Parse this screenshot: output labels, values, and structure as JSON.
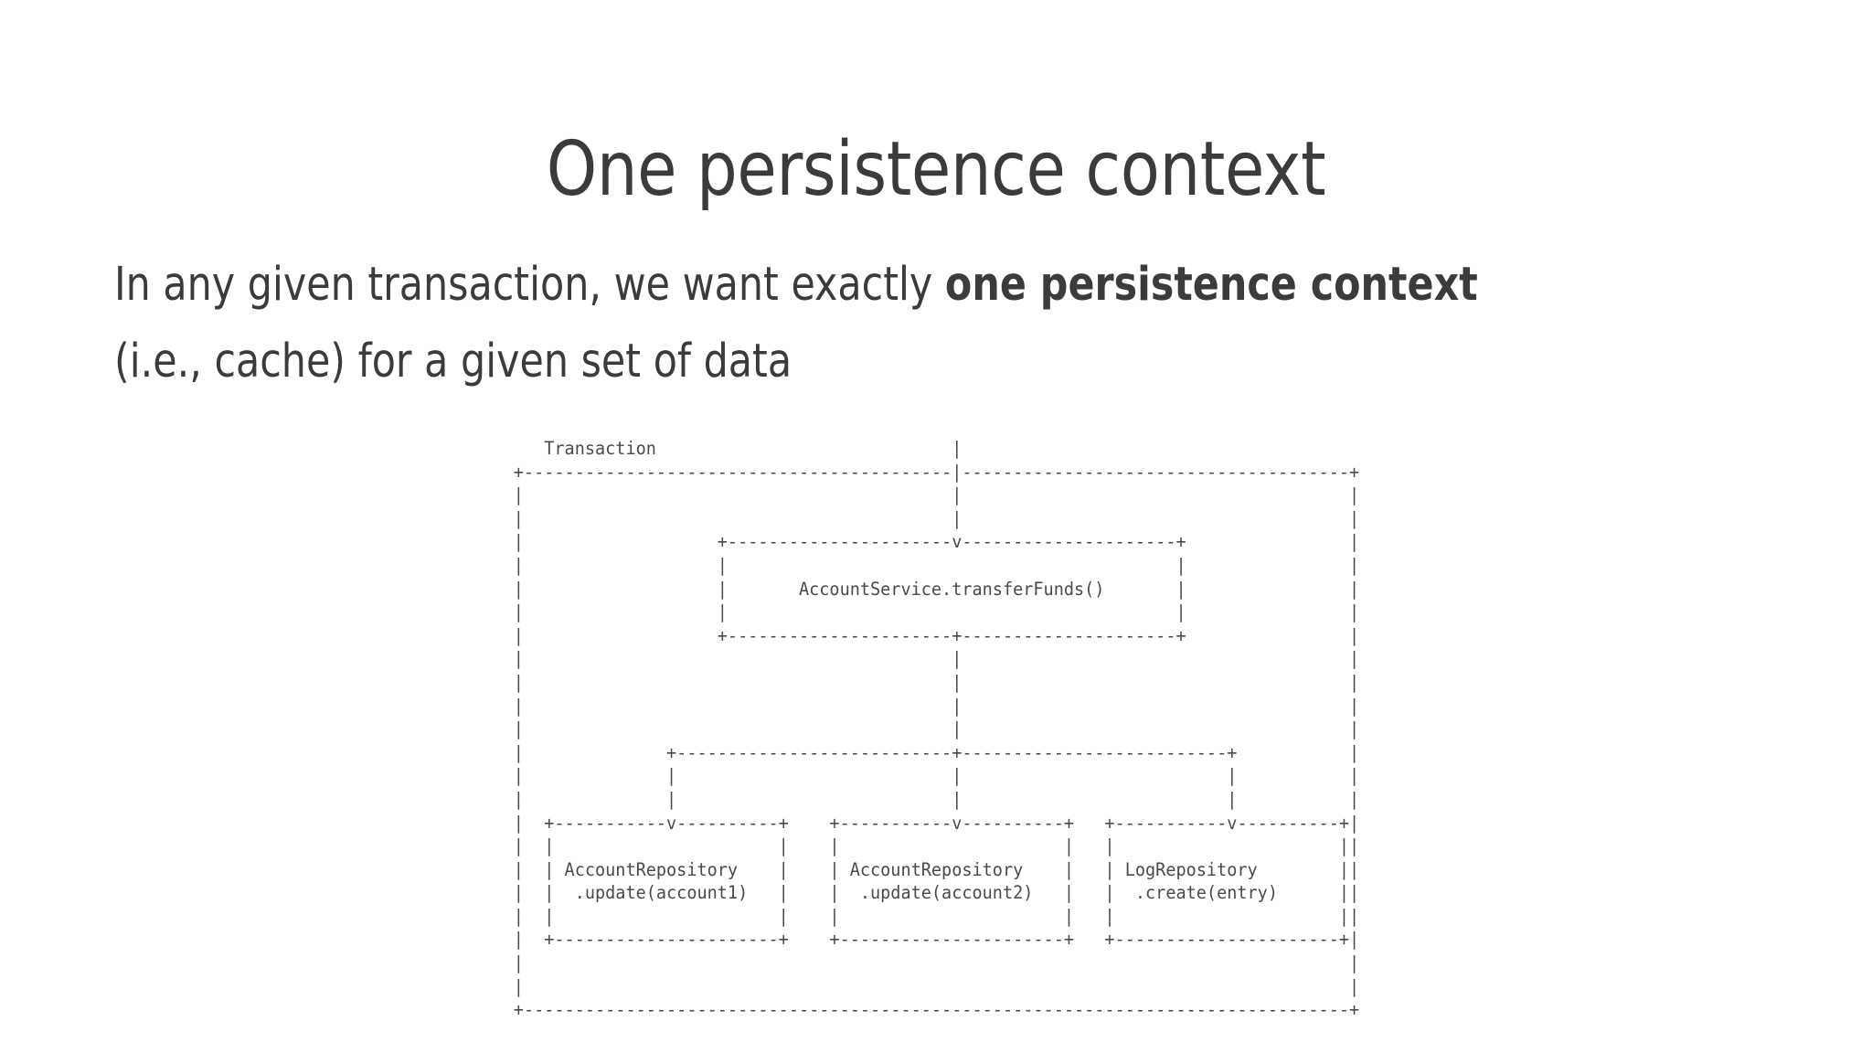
{
  "slide": {
    "title": "One persistence context",
    "body": {
      "lead": "In any given transaction, we want exactly ",
      "emphasis": "one persistence context",
      "tail_line1": "",
      "line2": "(i.e., cache) for a given set of data"
    },
    "colors": {
      "background": "#ffffff",
      "title_text": "#3b3b3b",
      "body_text": "#3b3b3b",
      "diagram_text": "#4a4a4a"
    }
  },
  "diagram": {
    "type": "ascii-art",
    "outer_label": "Transaction",
    "service_box": "AccountService.transferFunds()",
    "leaf_boxes": [
      {
        "line1": "AccountRepository",
        "line2": ".update(account1)"
      },
      {
        "line1": "AccountRepository",
        "line2": ".update(account2)"
      },
      {
        "line1": "LogRepository",
        "line2": ".create(entry)"
      }
    ],
    "art": "   Transaction                              |\n+------------------------------------------|-------------------------------------+\n|                                          |                                     |\n|                                          |                                     |\n|                    +---------------------v---------------------+              |\n|                    |                                           |              |\n|                    |       AccountService.transferFunds()       |              |\n|                    |                                           |              |\n|                    +---------------------+---------------------+              |\n|                                          |                                     |\n|                                          |                                     |\n|                                          |                                     |\n|                                          |                                     |\n|          +-------------------------------+------------------------+           |\n|          |                               |                        |           |\n|          |                               |                        |           |\n|  +-------v--------+            +---------v---------+      +-------v-------+   |\n|  |                |            |                   |      |               |   |\n|  | AccountReposit |            |  AccountReposit   |      | LogRepository |   |\n|  |                |            |                   |      |               |   |\n|  +----------------+            +-------------------+      +---------------+   |\n|                                                                               |\n|                                                                               |\n+-------------------------------------------------------------------------------+"
  }
}
